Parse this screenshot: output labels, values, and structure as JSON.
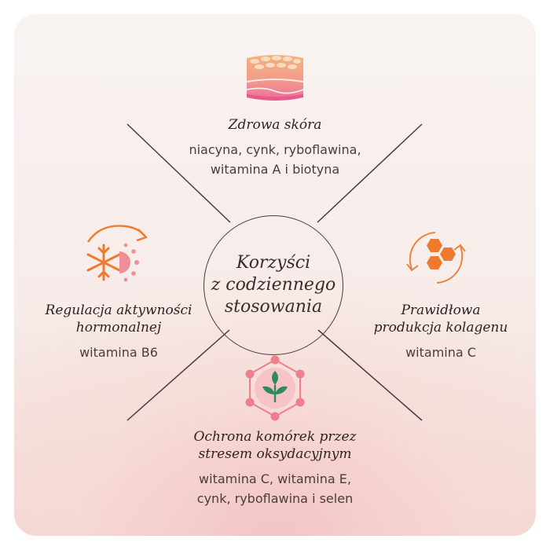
{
  "center": {
    "title": "Korzyści\nz codziennego\nstosowania"
  },
  "benefits": [
    {
      "title": "Zdrowa skóra",
      "text": "niacyna, cynk, ryboflawina,\nwitamina A i biotyna",
      "icon": "skin-layers-icon"
    },
    {
      "title": "Regulacja aktywności\nhormonalnej",
      "text": "witamina B6",
      "icon": "snowflake-sun-cycle-icon"
    },
    {
      "title": "Prawidłowa\nprodukcja kolagenu",
      "text": "witamina C",
      "icon": "collagen-hexagons-icon"
    },
    {
      "title": "Ochrona komórek przez\nstresem oksydacyjnym",
      "text": "witamina C, witamina E,\ncynk, ryboflawina i selen",
      "icon": "leaf-molecule-icon"
    }
  ],
  "colors": {
    "orange": "#ef7a2e",
    "pink": "#ee7f8b",
    "green": "#2f8a5b",
    "line": "#4a3b3b"
  }
}
